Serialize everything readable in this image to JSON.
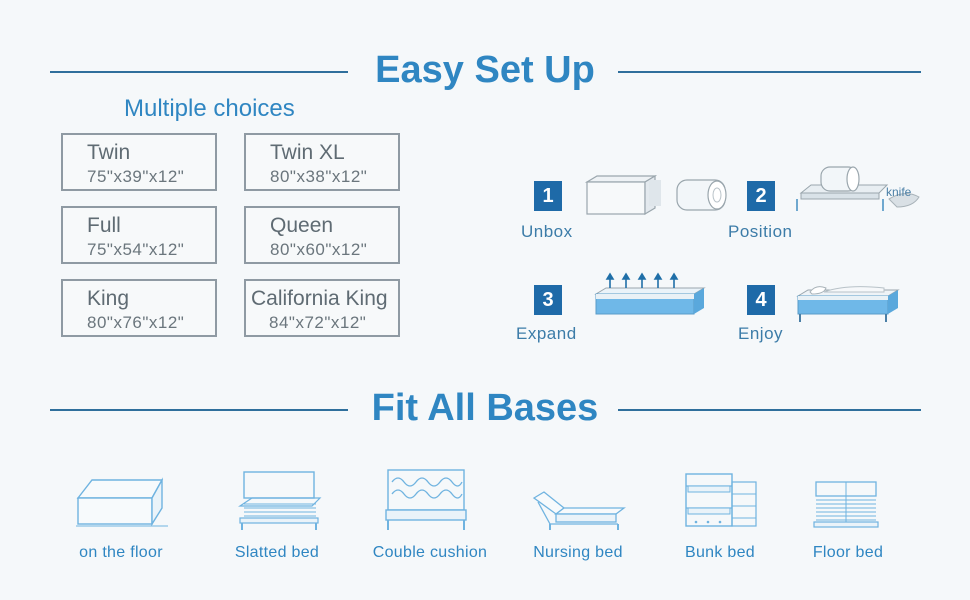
{
  "setup": {
    "title": "Easy Set Up"
  },
  "choices": {
    "subtitle": "Multiple choices",
    "sizes": [
      {
        "name": "Twin",
        "dims": "75\"x39\"x12\""
      },
      {
        "name": "Twin XL",
        "dims": "80\"x38\"x12\""
      },
      {
        "name": "Full",
        "dims": "75\"x54\"x12\""
      },
      {
        "name": "Queen",
        "dims": "80\"x60\"x12\""
      },
      {
        "name": "King",
        "dims": "80\"x76\"x12\""
      },
      {
        "name": "California King",
        "dims": "84\"x72\"x12\""
      }
    ]
  },
  "steps": [
    {
      "number": "1",
      "label": "Unbox"
    },
    {
      "number": "2",
      "label": "Position"
    },
    {
      "number": "3",
      "label": "Expand"
    },
    {
      "number": "4",
      "label": "Enjoy"
    }
  ],
  "knife_label": "knife",
  "bases": {
    "title": "Fit All Bases",
    "items": [
      {
        "label": "on the floor"
      },
      {
        "label": "Slatted bed"
      },
      {
        "label": "Couble cushion"
      },
      {
        "label": "Nursing bed"
      },
      {
        "label": "Bunk bed"
      },
      {
        "label": "Floor bed"
      }
    ]
  },
  "colors": {
    "accent": "#2f86c2",
    "badge": "#1e6aa8",
    "rule": "#2f6f9c",
    "foam": "#6fb8e8"
  }
}
